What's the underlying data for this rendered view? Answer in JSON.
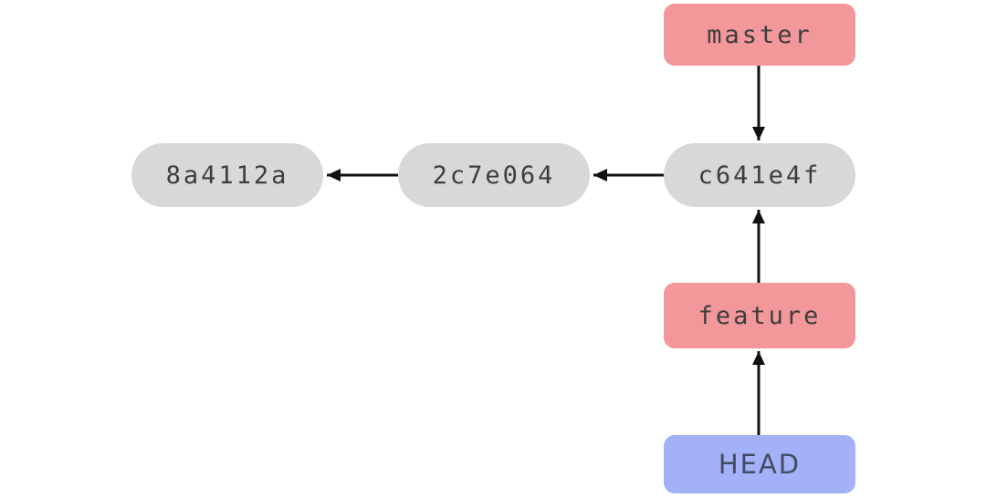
{
  "nodes": {
    "commits": [
      {
        "id": "8a4112a"
      },
      {
        "id": "2c7e064"
      },
      {
        "id": "c641e4f"
      }
    ],
    "branches": [
      {
        "name": "master"
      },
      {
        "name": "feature"
      }
    ],
    "head": {
      "label": "HEAD"
    }
  },
  "edges": [
    {
      "from": "c641e4f",
      "to": "2c7e064"
    },
    {
      "from": "2c7e064",
      "to": "8a4112a"
    },
    {
      "from": "master",
      "to": "c641e4f"
    },
    {
      "from": "feature",
      "to": "c641e4f"
    },
    {
      "from": "HEAD",
      "to": "feature"
    }
  ],
  "colors": {
    "background": "#FFFFFF",
    "commit_fill": "#D8D8D8",
    "commit_text": "#3D3D3D",
    "branch_fill": "#F2979A",
    "branch_text": "#3D3D3D",
    "head_fill": "#A2B1F8",
    "head_text": "#434B63",
    "arrow": "#111111"
  }
}
